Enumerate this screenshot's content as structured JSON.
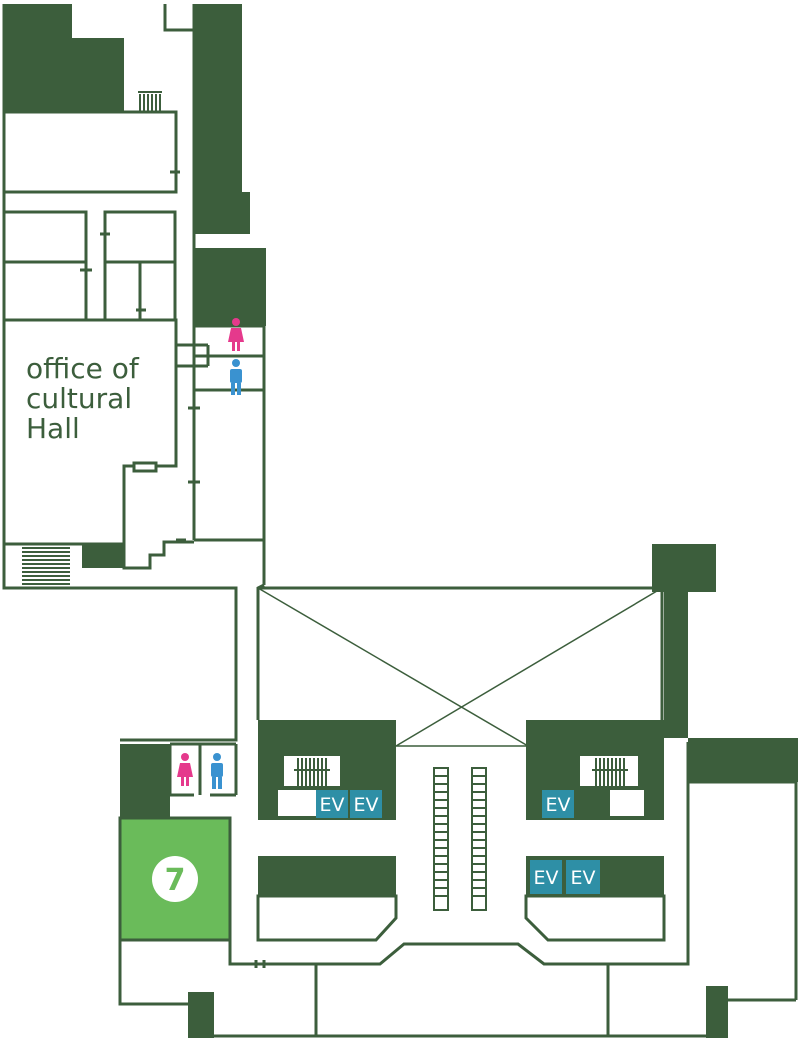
{
  "floor_plan": {
    "room_label_lines": [
      "office of",
      "cultural",
      "Hall"
    ],
    "highlight_number": "7",
    "elevators": [
      "EV",
      "EV",
      "EV",
      "EV",
      "EV"
    ],
    "icons": [
      "restroom-women-icon",
      "restroom-men-icon",
      "restroom-women-icon",
      "restroom-men-icon",
      "stairs-icon",
      "escalator-icon"
    ]
  },
  "colors": {
    "wall": "#3c5e3c",
    "highlight": "#6abb5a",
    "elevator": "#2e8fa6",
    "women": "#e5398c",
    "men": "#3a92d0",
    "background": "#ffffff"
  }
}
